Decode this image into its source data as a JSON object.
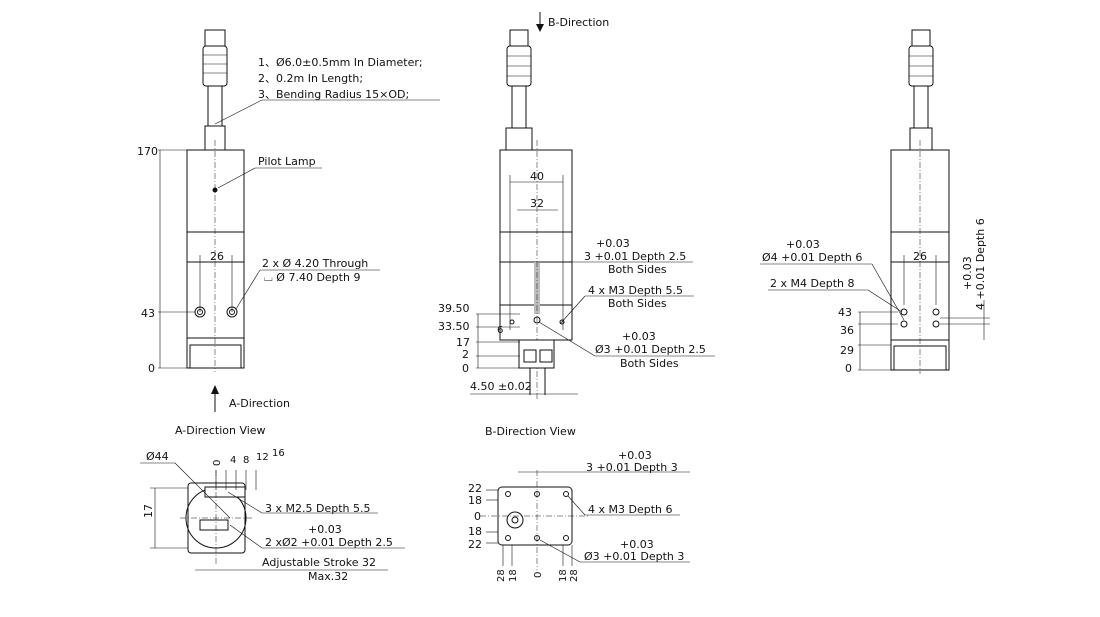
{
  "notes": {
    "cable_1": "1、Ø6.0±0.5mm In Diameter;",
    "cable_2": "2、0.2m In Length;",
    "cable_3": "3、Bending Radius 15×OD;"
  },
  "labels": {
    "pilot_lamp": "Pilot Lamp",
    "a_direction": "A-Direction",
    "b_direction": "B-Direction",
    "a_view": "A-Direction View",
    "b_view": "B-Direction View"
  },
  "front": {
    "dim_170": "170",
    "dim_43": "43",
    "dim_0": "0",
    "dim_26": "26",
    "hole_1": "2 x Ø 4.20 Through",
    "hole_2": "⌴ Ø 7.40 Depth 9"
  },
  "side": {
    "dim_40": "40",
    "dim_32": "32",
    "y_39_50": "39.50",
    "y_33_50": "33.50",
    "y_17": "17",
    "y_2": "2",
    "y_0": "0",
    "dim_6": "6",
    "tol_1a": "+0.03",
    "tol_1b": "3 +0.01 Depth 2.5",
    "tol_1c": "Both Sides",
    "m3_a": "4 x M3 Depth 5.5",
    "m3_b": "Both Sides",
    "tol_2a": "+0.03",
    "tol_2b": "Ø3 +0.01 Depth 2.5",
    "tol_2c": "Both Sides",
    "dim_4_50": "4.50 ±0.02"
  },
  "right": {
    "tol_a": "+0.03",
    "tol_b": "Ø4 +0.01 Depth 6",
    "m4": "2 x M4 Depth 8",
    "dim_26": "26",
    "y_43": "43",
    "y_36": "36",
    "y_29": "29",
    "y_0": "0",
    "vert_1": "+0.03",
    "vert_2": "4 +0.01 Depth 6"
  },
  "a_view": {
    "dia_44": "Ø44",
    "x_0": "0",
    "x_4": "4",
    "x_8": "8",
    "x_12": "12",
    "x_16": "16",
    "y_17": "17",
    "m25": "3 x M2.5 Depth 5.5",
    "tol_a": "+0.03",
    "tol_b": "2 xØ2 +0.01 Depth 2.5",
    "stroke": "Adjustable Stroke 32",
    "max": "Max.32"
  },
  "b_view": {
    "tol_1a": "+0.03",
    "tol_1b": "3 +0.01 Depth 3",
    "y_22a": "22",
    "y_18a": "18",
    "y_0": "0",
    "y_18b": "18",
    "y_22b": "22",
    "m3": "4 x M3 Depth 6",
    "tol_2a": "+0.03",
    "tol_2b": "Ø3 +0.01 Depth 3",
    "x_28a": "28",
    "x_18a": "18",
    "x_0": "0",
    "x_18b": "18",
    "x_28b": "28"
  }
}
